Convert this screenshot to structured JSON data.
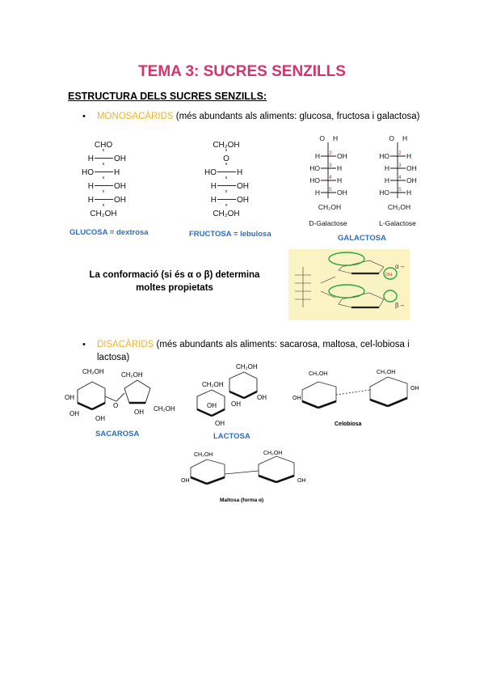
{
  "title": "TEMA 3: SUCRES SENZILLS",
  "section": "ESTRUCTURA DELS SUCRES SENZILLS:",
  "mono": {
    "bullet": "•",
    "term": "MONOSACÀRIDS",
    "desc": " (més abundants als aliments: glucosa, fructosa i galactosa)"
  },
  "glucose": {
    "caption": "GLUCOSA = dextrosa",
    "rows": [
      {
        "l": "",
        "c": "CHO",
        "r": ""
      },
      {
        "l": "H",
        "c": "",
        "r": "OH"
      },
      {
        "l": "HO",
        "c": "",
        "r": "H"
      },
      {
        "l": "H",
        "c": "",
        "r": "OH"
      },
      {
        "l": "H",
        "c": "",
        "r": "OH"
      },
      {
        "l": "",
        "c": "CH₂OH",
        "r": ""
      }
    ]
  },
  "fructose": {
    "caption": "FRUCTOSA = lebulosa",
    "rows": [
      {
        "l": "",
        "c": "CH₂OH",
        "r": ""
      },
      {
        "l": "",
        "c": "O",
        "r": ""
      },
      {
        "l": "HO",
        "c": "",
        "r": "H"
      },
      {
        "l": "H",
        "c": "",
        "r": "OH"
      },
      {
        "l": "H",
        "c": "",
        "r": "OH"
      },
      {
        "l": "",
        "c": "CH₂OH",
        "r": ""
      }
    ]
  },
  "galactose": {
    "caption": "GALACTOSA",
    "d_label": "D-Galactose",
    "l_label": "L-Galactose",
    "d_rows": [
      {
        "l": "H",
        "r": "OH",
        "n": "2"
      },
      {
        "l": "HO",
        "r": "H",
        "n": "3"
      },
      {
        "l": "HO",
        "r": "H",
        "n": "4"
      },
      {
        "l": "H",
        "r": "OH",
        "n": "5"
      }
    ],
    "l_rows": [
      {
        "l": "HO",
        "r": "H",
        "n": "2"
      },
      {
        "l": "H",
        "r": "OH",
        "n": "3"
      },
      {
        "l": "H",
        "r": "OH",
        "n": "4"
      },
      {
        "l": "HO",
        "r": "H",
        "n": "5"
      }
    ],
    "top": "O",
    "top_h": "H",
    "bottom": "CH₂OH"
  },
  "conformation": {
    "text": "La conformació (si és α o β) determina moltes propietats",
    "alpha": "α –",
    "beta": "β –",
    "oh": "OH"
  },
  "di": {
    "bullet": "•",
    "term": "DISACÀRIDS",
    "desc": " (més abundants als aliments: sacarosa, maltosa, cel-lobiosa i lactosa)"
  },
  "sucrose": {
    "caption": "SACAROSA"
  },
  "lactose": {
    "caption": "LACTOSA"
  },
  "cellobiose": {
    "caption": "Celobiosa"
  },
  "maltose": {
    "caption": "Maltosa (forma α)"
  },
  "chem": {
    "ch2oh": "CH₂OH",
    "oh": "OH",
    "h": "H",
    "o": "O"
  },
  "colors": {
    "title": "#d6336c",
    "highlight": "#f0b429",
    "caption": "#2d6fbf",
    "number": "#d62828",
    "circle": "#27a844",
    "panel": "#fbf3c4"
  }
}
